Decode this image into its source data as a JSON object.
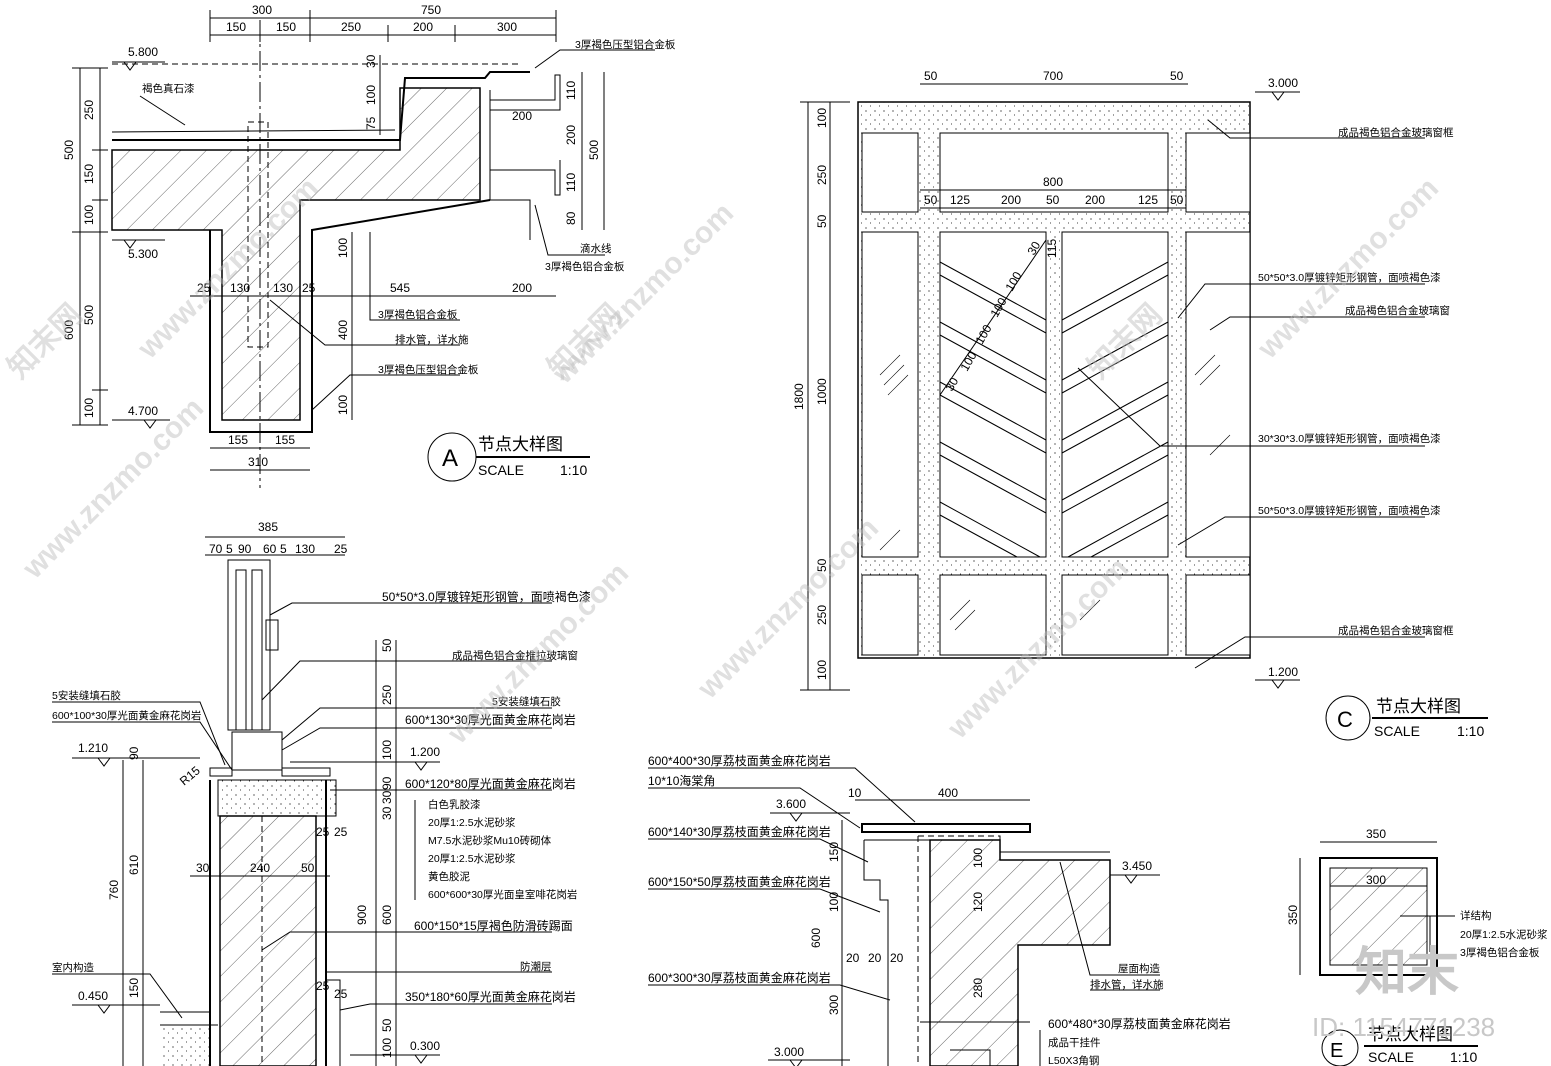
{
  "detail_a": {
    "title": "节点大样图",
    "scale_label": "SCALE",
    "scale_value": "1:10",
    "tag": "A",
    "dims_top": [
      "300",
      "750",
      "150",
      "150",
      "250",
      "200",
      "300"
    ],
    "dims_left": [
      "250",
      "500",
      "150",
      "100",
      "500",
      "600",
      "100"
    ],
    "dims_mid": [
      "30",
      "100",
      "75",
      "200",
      "200",
      "110",
      "110",
      "80",
      "500",
      "100",
      "400",
      "100",
      "25",
      "130",
      "130",
      "25",
      "545",
      "200",
      "155",
      "155",
      "310"
    ],
    "elev": [
      "5.800",
      "5.300",
      "4.700"
    ],
    "notes": [
      "3厚褐色压型铝合金板",
      "褐色真石漆",
      "滴水线",
      "3厚褐色铝合金板",
      "3厚褐色铝合金板",
      "排水管，详水施",
      "3厚褐色压型铝合金板"
    ]
  },
  "detail_c": {
    "title": "节点大样图",
    "scale_label": "SCALE",
    "scale_value": "1:10",
    "tag": "C",
    "dims_top": [
      "50",
      "700",
      "50"
    ],
    "dims_mid": [
      "800",
      "50",
      "125",
      "200",
      "50",
      "200",
      "125",
      "50",
      "115",
      "30",
      "100",
      "100",
      "100",
      "100",
      "30"
    ],
    "dims_left": [
      "1800",
      "100",
      "250",
      "50",
      "1000",
      "50",
      "250",
      "100"
    ],
    "elev": [
      "3.000",
      "1.200"
    ],
    "notes": [
      "成品褐色铝合金玻璃窗框",
      "50*50*3.0厚镀锌矩形钢管，面喷褐色漆",
      "成品褐色铝合金玻璃窗",
      "30*30*3.0厚镀锌矩形钢管，面喷褐色漆",
      "50*50*3.0厚镀锌矩形钢管，面喷褐色漆",
      "成品褐色铝合金玻璃窗框"
    ]
  },
  "detail_b": {
    "dims_top": [
      "385",
      "70",
      "5",
      "90",
      "60",
      "5",
      "130",
      "25"
    ],
    "dims_left": [
      "90",
      "610",
      "760",
      "150",
      "30",
      "240",
      "50"
    ],
    "dims_right": [
      "50",
      "250",
      "100",
      "90",
      "30",
      "30",
      "25",
      "25",
      "900",
      "600",
      "25",
      "25",
      "50",
      "100"
    ],
    "elev": [
      "1.210",
      "1.200",
      "0.450",
      "0.300"
    ],
    "r15": "R15",
    "notes": [
      "50*50*3.0厚镀锌矩形钢管，面喷褐色漆",
      "成品褐色铝合金推拉玻璃窗",
      "5安装缝填石胶",
      "600*100*30厚光面黄金麻花岗岩",
      "5安装缝填石胶",
      "600*130*30厚光面黄金麻花岗岩",
      "600*120*80厚光面黄金麻花岗岩",
      "白色乳胶漆",
      "20厚1:2.5水泥砂浆",
      "M7.5水泥砂浆Mu10砖砌体",
      "20厚1:2.5水泥砂浆",
      "黄色胶泥",
      "600*600*30厚光面皇室啡花岗岩",
      "600*150*15厚褐色防滑砖踢面",
      "室内构造",
      "防潮层",
      "350*180*60厚光面黄金麻花岗岩"
    ]
  },
  "detail_d": {
    "dims": [
      "10",
      "400",
      "150",
      "100",
      "600",
      "20",
      "20",
      "20",
      "300",
      "100",
      "120",
      "280"
    ],
    "elev": [
      "3.600",
      "3.450",
      "3.000"
    ],
    "notes": [
      "600*400*30厚荔枝面黄金麻花岗岩",
      "10*10海棠角",
      "600*140*30厚荔枝面黄金麻花岗岩",
      "600*150*50厚荔枝面黄金麻花岗岩",
      "600*300*30厚荔枝面黄金麻花岗岩",
      "屋面构造",
      "排水管，详水施",
      "600*480*30厚荔枝面黄金麻花岗岩",
      "成品干挂件",
      "L50X3角钢"
    ]
  },
  "detail_e": {
    "title": "节点大样图",
    "scale_label": "SCALE",
    "scale_value": "1:10",
    "tag": "E",
    "dims": [
      "350",
      "300",
      "350"
    ],
    "notes": [
      "详结构",
      "20厚1:2.5水泥砂浆",
      "3厚褐色铝合金板"
    ]
  },
  "watermark": {
    "site": "www.znzmo.com",
    "brand": "知末网",
    "logo": "知末",
    "id": "ID: 1154771238"
  }
}
